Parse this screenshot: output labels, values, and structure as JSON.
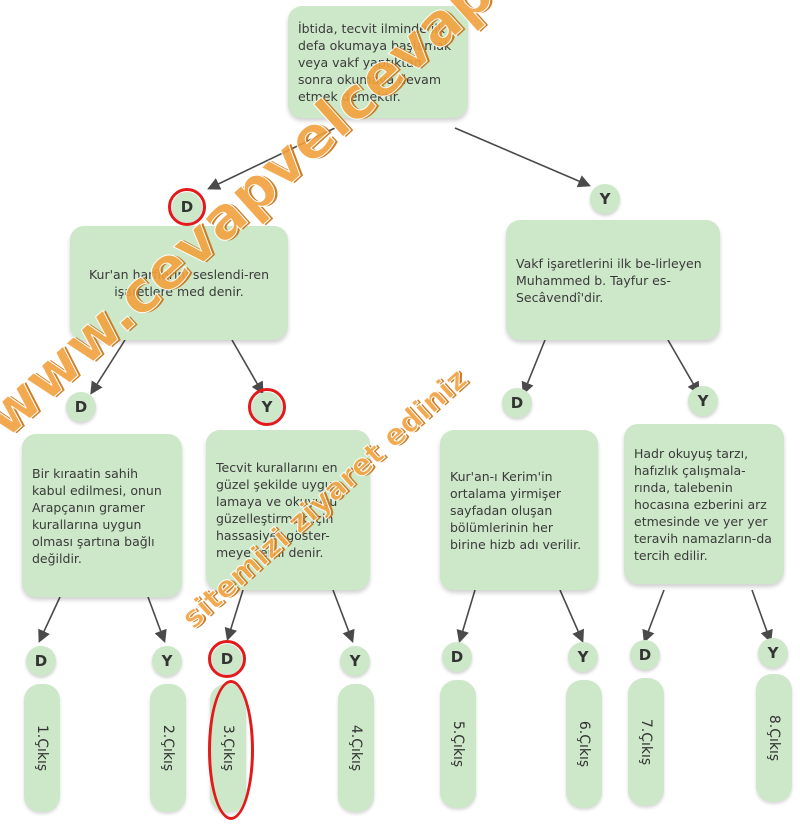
{
  "root": "İbtida, tecvit ilminde ilk defa okumaya başlamak veya vakf yaptıktan sonra okumaya devam etmek demektir.",
  "level1": {
    "d_label": "D",
    "y_label": "Y",
    "left": "Kur'an harflerini seslendi-ren işaretlere med denir.",
    "right": "Vakf işaretlerini ilk be-lirleyen Muhammed b. Tayfur es-Secâvendî'dir."
  },
  "level2": {
    "labels": [
      "D",
      "Y",
      "D",
      "Y"
    ],
    "boxes": [
      "Bir kıraatin sahih kabul edilmesi, onun Arapçanın gramer kurallarına uygun olması şartına bağlı değildir.",
      "Tecvit kurallarını en güzel şekilde uygu-lamaya ve okuyuşu güzelleştirmek için hassasiyet göster-meye tertil denir.",
      "Kur'an-ı Kerim'in ortalama yirmişer sayfadan oluşan bölümlerinin her birine hizb adı verilir.",
      "Hadr okuyuş tarzı, hafızlık çalışmala-rında, talebenin hocasına ezberini arz etmesinde ve yer yer teravih namazların-da tercih edilir."
    ]
  },
  "level3": {
    "labels": [
      "D",
      "Y",
      "D",
      "Y",
      "D",
      "Y",
      "D",
      "Y"
    ]
  },
  "exits": [
    "1.Çıkış",
    "2.Çıkış",
    "3.Çıkış",
    "4.Çıkış",
    "5.Çıkış",
    "6.Çıkış",
    "7.Çıkış",
    "8.Çıkış"
  ],
  "watermark": {
    "line1": "www.cevapvelcevap.com",
    "line2": "sitemizi ziyaret ediniz"
  },
  "colors": {
    "box": "#cde8c9",
    "marker": "#e21a1a",
    "watermark": "#f2a03c"
  }
}
